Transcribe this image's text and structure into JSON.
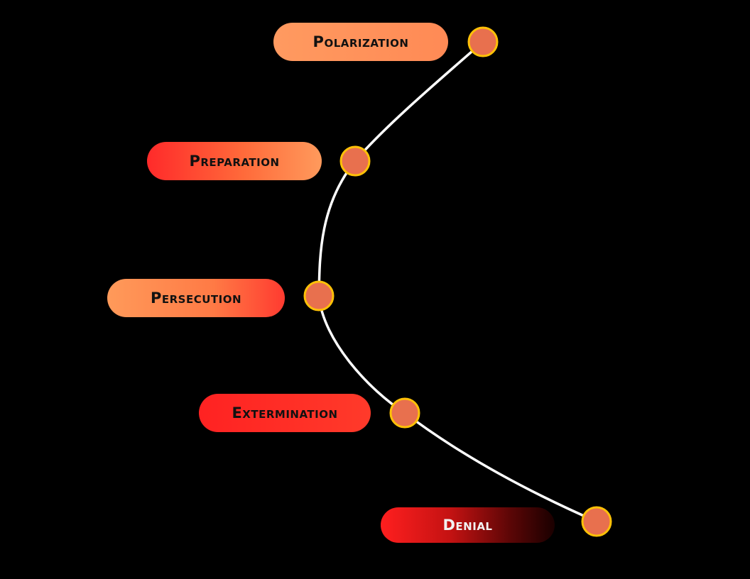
{
  "stages": [
    {
      "label": "Polarization"
    },
    {
      "label": "Preparation"
    },
    {
      "label": "Persecution"
    },
    {
      "label": "Extermination"
    },
    {
      "label": "Denial"
    }
  ],
  "colors": {
    "background": "#000000",
    "curve": "#ffffff",
    "node_fill": "#e8704e",
    "node_stroke": "#ffc107"
  }
}
